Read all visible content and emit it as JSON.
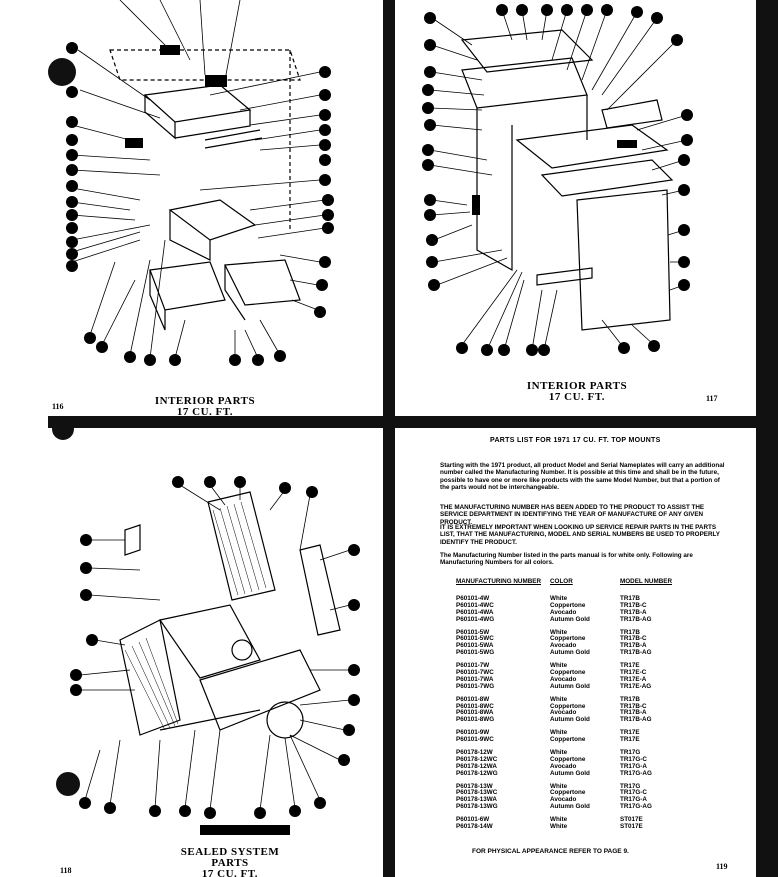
{
  "pages": {
    "top_left": {
      "caption_line1": "INTERIOR PARTS",
      "caption_line2": "17 CU. FT.",
      "page_number": "116"
    },
    "top_right": {
      "caption_line1": "INTERIOR PARTS",
      "caption_line2": "17 CU. FT.",
      "page_number": "117"
    },
    "bottom_left": {
      "caption_line1": "SEALED SYSTEM PARTS",
      "caption_line2": "17 CU. FT.",
      "page_number": "118"
    },
    "bottom_right": {
      "title": "PARTS LIST FOR 1971 17 CU. FT. TOP MOUNTS",
      "para1": "Starting with the 1971 product, all product Model and Serial Nameplates will carry an additional number called the Manufacturing Number. It is possible at this time and shall be in the future, possible to have one or more like products with the same Model Number, but that a portion of the parts would not be interchangeable.",
      "para2": "THE MANUFACTURING NUMBER HAS BEEN ADDED TO THE PRODUCT TO ASSIST THE SERVICE DEPARTMENT IN IDENTIFYING THE YEAR OF MANUFACTURE OF ANY GIVEN PRODUCT.",
      "para3": "IT IS EXTREMELY IMPORTANT WHEN LOOKING UP SERVICE REPAIR PARTS IN THE PARTS LIST, THAT THE MANUFACTURING, MODEL AND SERIAL NUMBERS BE USED TO PROPERLY IDENTIFY THE PRODUCT.",
      "para4": "The Manufacturing Number listed in the parts manual is for white only. Following are Manufacturing Numbers for all colors.",
      "table": {
        "headers": [
          "MANUFACTURING NUMBER",
          "COLOR",
          "MODEL NUMBER"
        ],
        "groups": [
          [
            [
              "P60101-4W",
              "White",
              "TR17B"
            ],
            [
              "P60101-4WC",
              "Coppertone",
              "TR17B-C"
            ],
            [
              "P60101-4WA",
              "Avocado",
              "TR17B-A"
            ],
            [
              "P60101-4WG",
              "Autumn Gold",
              "TR17B-AG"
            ]
          ],
          [
            [
              "P60101-5W",
              "White",
              "TR17B"
            ],
            [
              "P60101-5WC",
              "Coppertone",
              "TR17B-C"
            ],
            [
              "P60101-5WA",
              "Avocado",
              "TR17B-A"
            ],
            [
              "P60101-5WG",
              "Autumn Gold",
              "TR17B-AG"
            ]
          ],
          [
            [
              "P60101-7W",
              "White",
              "TR17E"
            ],
            [
              "P60101-7WC",
              "Coppertone",
              "TR17E-C"
            ],
            [
              "P60101-7WA",
              "Avocado",
              "TR17E-A"
            ],
            [
              "P60101-7WG",
              "Autumn Gold",
              "TR17E-AG"
            ]
          ],
          [
            [
              "P60101-8W",
              "White",
              "TR17B"
            ],
            [
              "P60101-8WC",
              "Coppertone",
              "TR17B-C"
            ],
            [
              "P60101-8WA",
              "Avocado",
              "TR17B-A"
            ],
            [
              "P60101-8WG",
              "Autumn Gold",
              "TR17B-AG"
            ]
          ],
          [
            [
              "P60101-9W",
              "White",
              "TR17E"
            ],
            [
              "P60101-9WC",
              "Coppertone",
              "TR17E"
            ]
          ],
          [
            [
              "P60178-12W",
              "White",
              "TR17G"
            ],
            [
              "P60178-12WC",
              "Coppertone",
              "TR17G-C"
            ],
            [
              "P60178-12WA",
              "Avocado",
              "TR17G-A"
            ],
            [
              "P60178-12WG",
              "Autumn Gold",
              "TR17G-AG"
            ]
          ],
          [
            [
              "P60178-13W",
              "White",
              "TR17G"
            ],
            [
              "P60178-13WC",
              "Coppertone",
              "TR17G-C"
            ],
            [
              "P60178-13WA",
              "Avocado",
              "TR17G-A"
            ],
            [
              "P60178-13WG",
              "Autumn Gold",
              "TR17G-AG"
            ]
          ],
          [
            [
              "P60101-6W",
              "White",
              "ST017E"
            ],
            [
              "P60178-14W",
              "White",
              "ST017E"
            ]
          ]
        ]
      },
      "footer": "FOR PHYSICAL APPEARANCE REFER TO PAGE 9.",
      "page_number": "119"
    }
  }
}
